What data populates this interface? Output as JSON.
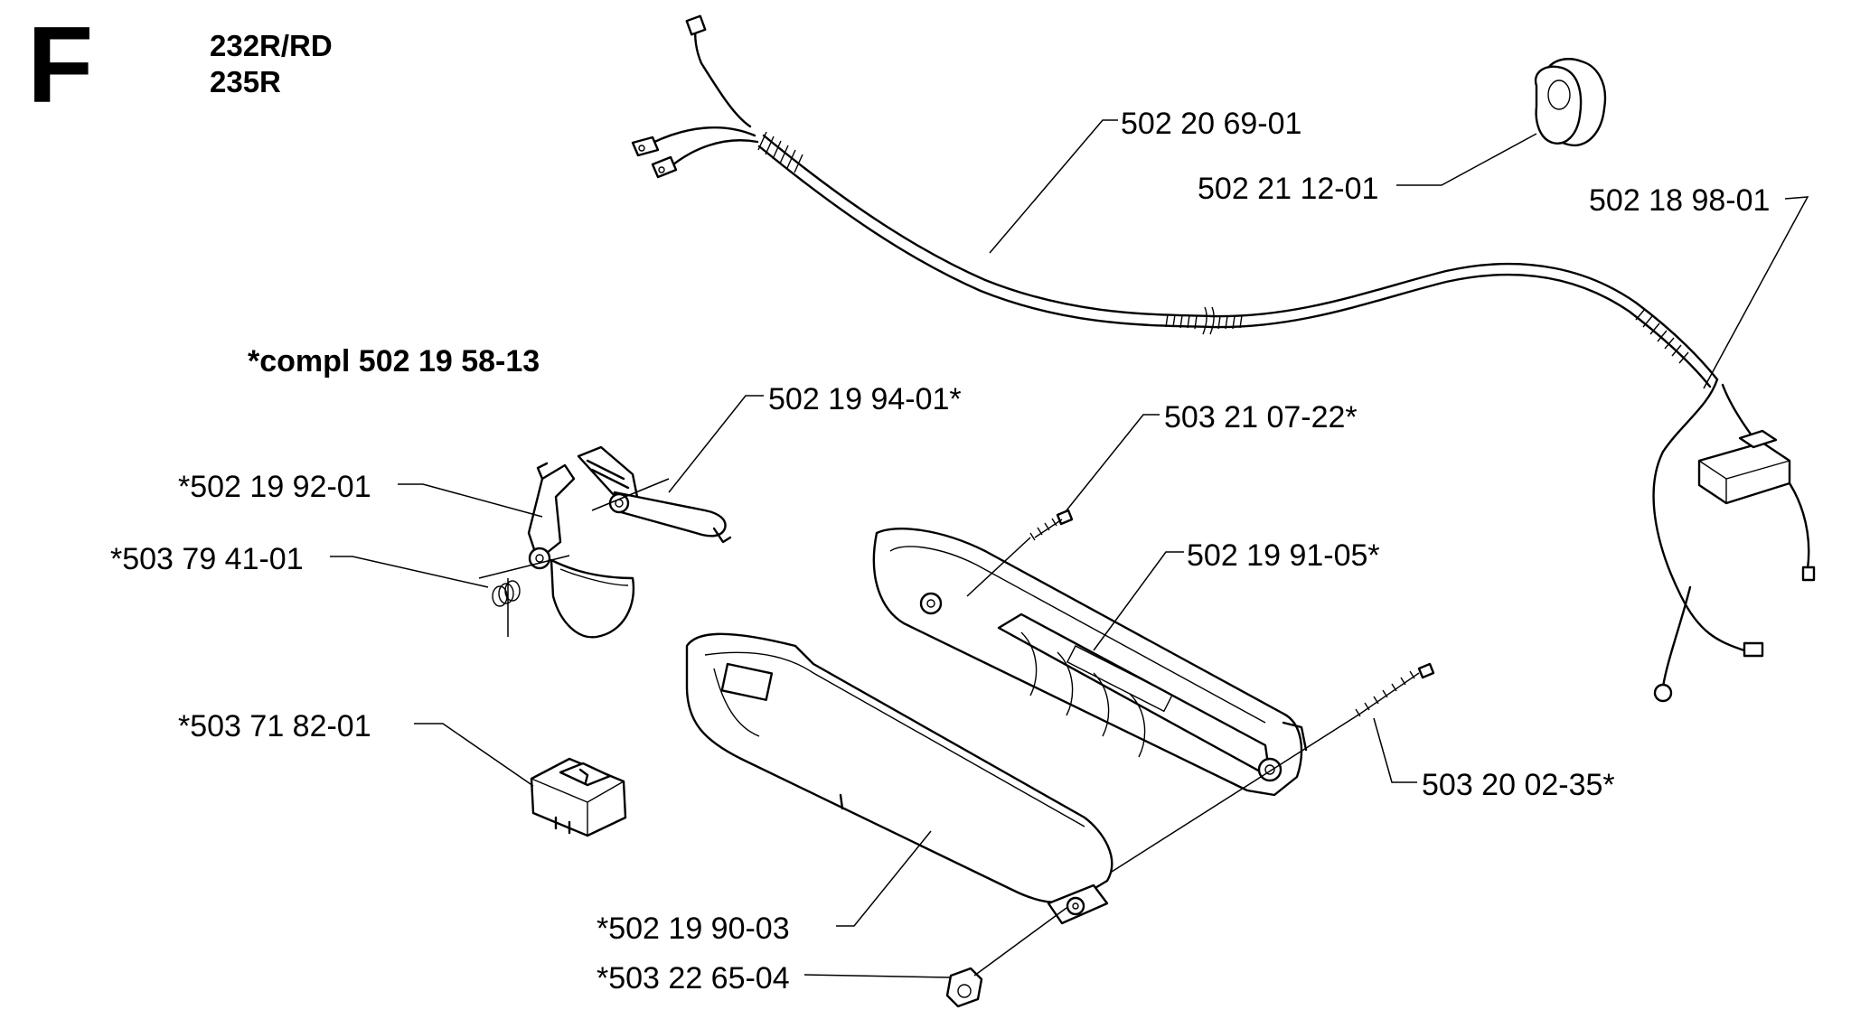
{
  "header": {
    "section_letter": "F",
    "models": [
      "232R/RD",
      "235R"
    ],
    "kit_note": "*compl 502 19 58-13"
  },
  "parts": [
    {
      "id": "cable_harness",
      "label": "502 20 69-01"
    },
    {
      "id": "clip",
      "label": "502 21 12-01"
    },
    {
      "id": "wire_harness",
      "label": "502 18 98-01"
    },
    {
      "id": "throttle_lockout",
      "label": "502 19 94-01*"
    },
    {
      "id": "screw_top",
      "label": "503 21 07-22*"
    },
    {
      "id": "throttle_trigger",
      "label": "*502 19 92-01"
    },
    {
      "id": "spring",
      "label": "*503 79 41-01"
    },
    {
      "id": "handle_right_half",
      "label": "502 19 91-05*"
    },
    {
      "id": "stop_switch",
      "label": "*503 71 82-01"
    },
    {
      "id": "screw_long",
      "label": "503 20 02-35*"
    },
    {
      "id": "handle_left_half",
      "label": "*502 19 90-03"
    },
    {
      "id": "nut",
      "label": "*503 22 65-04"
    }
  ]
}
